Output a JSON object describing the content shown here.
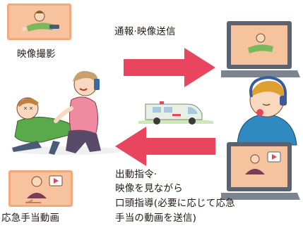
{
  "labels": {
    "capture": "映像撮影",
    "send": "通報·映像送信",
    "dispatch_line1": "出動指令·",
    "dispatch_line2": "映像を見ながら",
    "dispatch_line3": "口頭指導(必要に応じて応急",
    "dispatch_line4": "手当の動画を送信)",
    "first_aid_video": "応急手当動画"
  },
  "colors": {
    "arrow": "#e9455f",
    "card": "#f2a97c",
    "laptop": "#5b6370",
    "screen_bg": "#f5c49e",
    "green_person": "#5aaa4b",
    "ambulance": "#e8efe4"
  }
}
